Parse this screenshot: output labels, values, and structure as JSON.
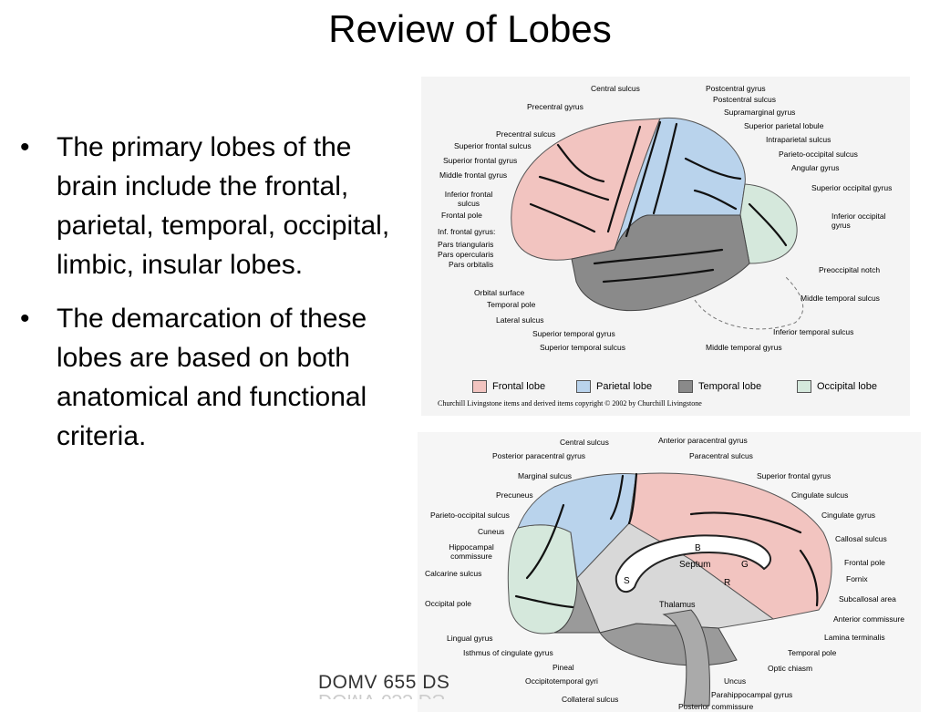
{
  "title": "Review of Lobes",
  "bullets": [
    "The primary lobes of the brain include the frontal, parietal, temporal, occipital, limbic, insular lobes.",
    "The demarcation of these lobes are based on both anatomical and functional criteria."
  ],
  "bullet_symbol": "•",
  "figure1": {
    "labels_top": [
      "Central sulcus",
      "Postcentral gyrus",
      "Postcentral sulcus",
      "Supramarginal gyrus",
      "Precentral gyrus",
      "Superior parietal lobule",
      "Precentral sulcus",
      "Intraparietal sulcus",
      "Superior frontal sulcus",
      "Parieto-occipital sulcus",
      "Superior frontal gyrus",
      "Angular gyrus",
      "Middle frontal gyrus",
      "Superior occipital gyrus",
      "Inferior frontal sulcus",
      "Frontal pole",
      "Inferior occipital gyrus",
      "Inf. frontal gyrus:",
      "Pars triangularis",
      "Pars opercularis",
      "Pars orbitalis",
      "Preoccipital notch",
      "Orbital surface",
      "Temporal pole",
      "Middle temporal sulcus",
      "Lateral sulcus",
      "Inferior temporal sulcus",
      "Superior temporal gyrus",
      "Superior temporal sulcus",
      "Middle temporal gyrus"
    ],
    "legend": [
      {
        "label": "Frontal lobe",
        "color": "#f2c4c0"
      },
      {
        "label": "Parietal lobe",
        "color": "#b9d3ec"
      },
      {
        "label": "Temporal lobe",
        "color": "#8a8a8a"
      },
      {
        "label": "Occipital lobe",
        "color": "#d5e8dc"
      }
    ],
    "copyright": "Churchill Livingstone items and derived items copyright © 2002 by Churchill Livingstone"
  },
  "figure2": {
    "labels": [
      "Central sulcus",
      "Anterior paracentral gyrus",
      "Posterior paracentral gyrus",
      "Paracentral sulcus",
      "Marginal sulcus",
      "Superior frontal gyrus",
      "Precuneus",
      "Cingulate sulcus",
      "Parieto-occipital sulcus",
      "Cingulate gyrus",
      "Cuneus",
      "Callosal sulcus",
      "Hippocampal commissure",
      "Frontal pole",
      "Calcarine sulcus",
      "Fornix",
      "Subcallosal area",
      "Occipital pole",
      "Anterior commissure",
      "Lamina terminalis",
      "Lingual gyrus",
      "Temporal pole",
      "Isthmus of cingulate gyrus",
      "Optic chiasm",
      "Pineal",
      "Uncus",
      "Occipitotemporal gyri",
      "Parahippocampal gyrus",
      "Collateral sulcus",
      "Posterior commissure"
    ],
    "inner_labels": [
      "B",
      "Septum",
      "G",
      "S",
      "R",
      "Thalamus"
    ]
  },
  "footer": "DOMV 655 DS"
}
